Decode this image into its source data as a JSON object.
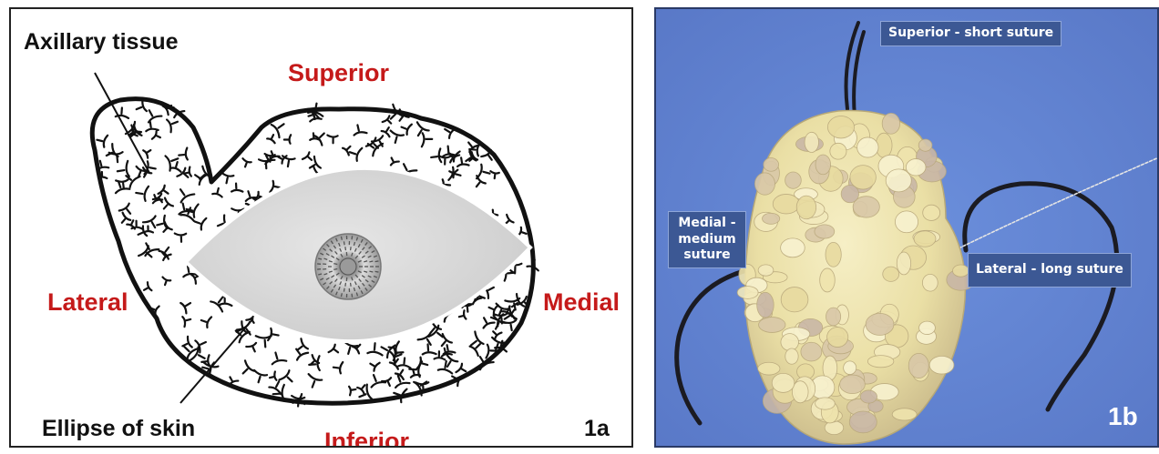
{
  "panel_a": {
    "labels": {
      "axillary": "Axillary tissue",
      "superior": "Superior",
      "lateral": "Lateral",
      "medial": "Medial",
      "ellipse": "Ellipse of skin",
      "inferior": "Inferior"
    },
    "tag": "1a",
    "colors": {
      "orientation_label": "#c51a1a",
      "text": "#111111",
      "skin_fill": "#d9d9d9"
    }
  },
  "panel_b": {
    "callouts": {
      "superior": "Superior - short suture",
      "medial_line1": "Medial -",
      "medial_line2": "medium",
      "medial_line3": "suture",
      "lateral": "Lateral -  long suture"
    },
    "tag": "1b",
    "colors": {
      "background": "#6586d3",
      "callout_bg": "#3c5894",
      "suture": "#1b1b22",
      "tissue": "#efe6b6"
    }
  }
}
